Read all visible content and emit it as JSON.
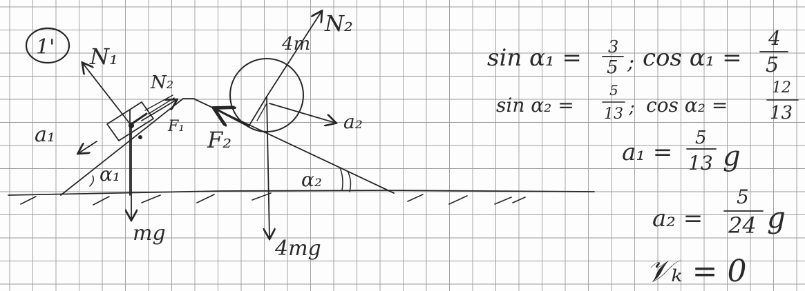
{
  "problem": {
    "number": "1'",
    "labels": {
      "n1": "N₁",
      "n2": "N₂",
      "f_one": "F₁",
      "f_two": "F₂",
      "a1": "a₁",
      "a2": "a₂",
      "alpha1": "α₁",
      "alpha2": "α₂",
      "mass_small": "mg",
      "mass_big_top": "4m",
      "mass_big_weight": "4mg"
    }
  },
  "answers": {
    "sin1": {
      "lhs": "sin α₁ =",
      "num": "3",
      "den": "5",
      "sep": ";"
    },
    "cos1": {
      "lhs": "cos α₁ =",
      "num": "4",
      "den": "5"
    },
    "sin2": {
      "lhs": "sin α₂ =",
      "num": "5",
      "den": "13",
      "sep": ";"
    },
    "cos2": {
      "lhs": "cos α₂ =",
      "num": "12",
      "den": "13"
    },
    "a1": {
      "lhs": "a₁ =",
      "num": "5",
      "den": "13",
      "tail": "g"
    },
    "a2": {
      "lhs": "a₂ =",
      "num": "5",
      "den": "24",
      "tail": "g"
    },
    "vk": {
      "text": "𝒱ₖ = 0"
    }
  }
}
